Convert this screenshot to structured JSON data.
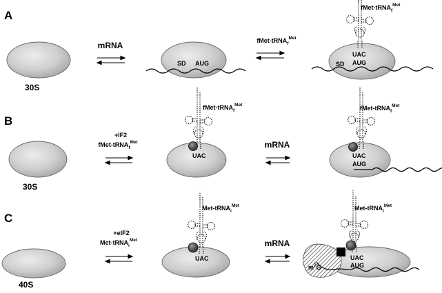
{
  "panels": {
    "a": {
      "letter": "A",
      "subunit": "30S",
      "step1_label": "mRNA",
      "step2_label": {
        "main": "fMet-tRNA",
        "sub": "f",
        "sup": "Met"
      },
      "middle": {
        "sd": "SD",
        "codon": "AUG"
      },
      "final": {
        "trna": {
          "main": "fMet-tRNA",
          "sub": "f",
          "sup": "Met"
        },
        "anticodon": "UAC",
        "codon": "AUG",
        "sd": "SD"
      }
    },
    "b": {
      "letter": "B",
      "subunit": "30S",
      "step1_label_top": "+IF2",
      "step1_label": {
        "main": "fMet-tRNA",
        "sub": "f",
        "sup": "Met"
      },
      "step2_label": "mRNA",
      "middle": {
        "trna": {
          "main": "fMet-tRNA",
          "sub": "f",
          "sup": "Met"
        },
        "anticodon": "UAC"
      },
      "final": {
        "trna": {
          "main": "fMet-tRNA",
          "sub": "f",
          "sup": "Met"
        },
        "anticodon": "UAC",
        "codon": "AUG"
      }
    },
    "c": {
      "letter": "C",
      "subunit": "40S",
      "step1_label_top": "+eIF2",
      "step1_label": {
        "main": "Met-tRNA",
        "sub": "i",
        "sup": "Met"
      },
      "step2_label": "mRNA",
      "middle": {
        "trna": {
          "main": "Met-tRNA",
          "sub": "i",
          "sup": "Met"
        },
        "anticodon": "UAC"
      },
      "final": {
        "trna": {
          "main": "Met-tRNA",
          "sub": "i",
          "sup": "Met"
        },
        "anticodon": "UAC",
        "codon": "AUG",
        "cap": {
          "main": "m",
          "sup": "7",
          "end": "G"
        }
      }
    }
  },
  "colors": {
    "subunit_light": "#ececec",
    "subunit_dark": "#a8a8a8",
    "factor_dark": "#3c3c3c",
    "ink": "#000000"
  }
}
